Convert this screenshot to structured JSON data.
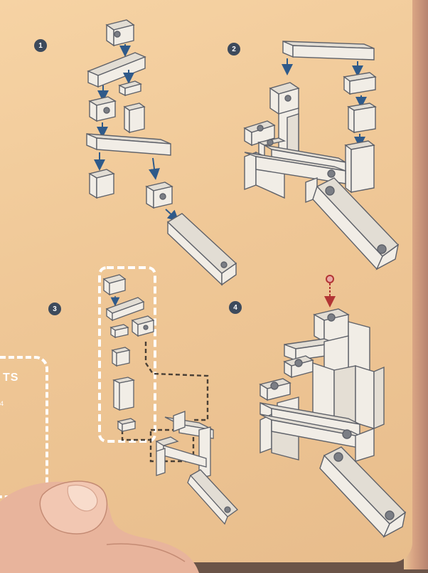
{
  "steps": [
    {
      "number": "1"
    },
    {
      "number": "2"
    },
    {
      "number": "3"
    },
    {
      "number": "4"
    }
  ],
  "side_panel": {
    "title": "TS",
    "subtitle": "4"
  },
  "colors": {
    "page": "#f3cf9f",
    "badge": "#3d4a5c",
    "block_fill": "#f1ede6",
    "block_stroke": "#5e6169",
    "arrow_blue": "#2f5a8a",
    "arrow_red": "#b23434",
    "dash_white": "#ffffff",
    "dash_dark": "#4a4036"
  }
}
